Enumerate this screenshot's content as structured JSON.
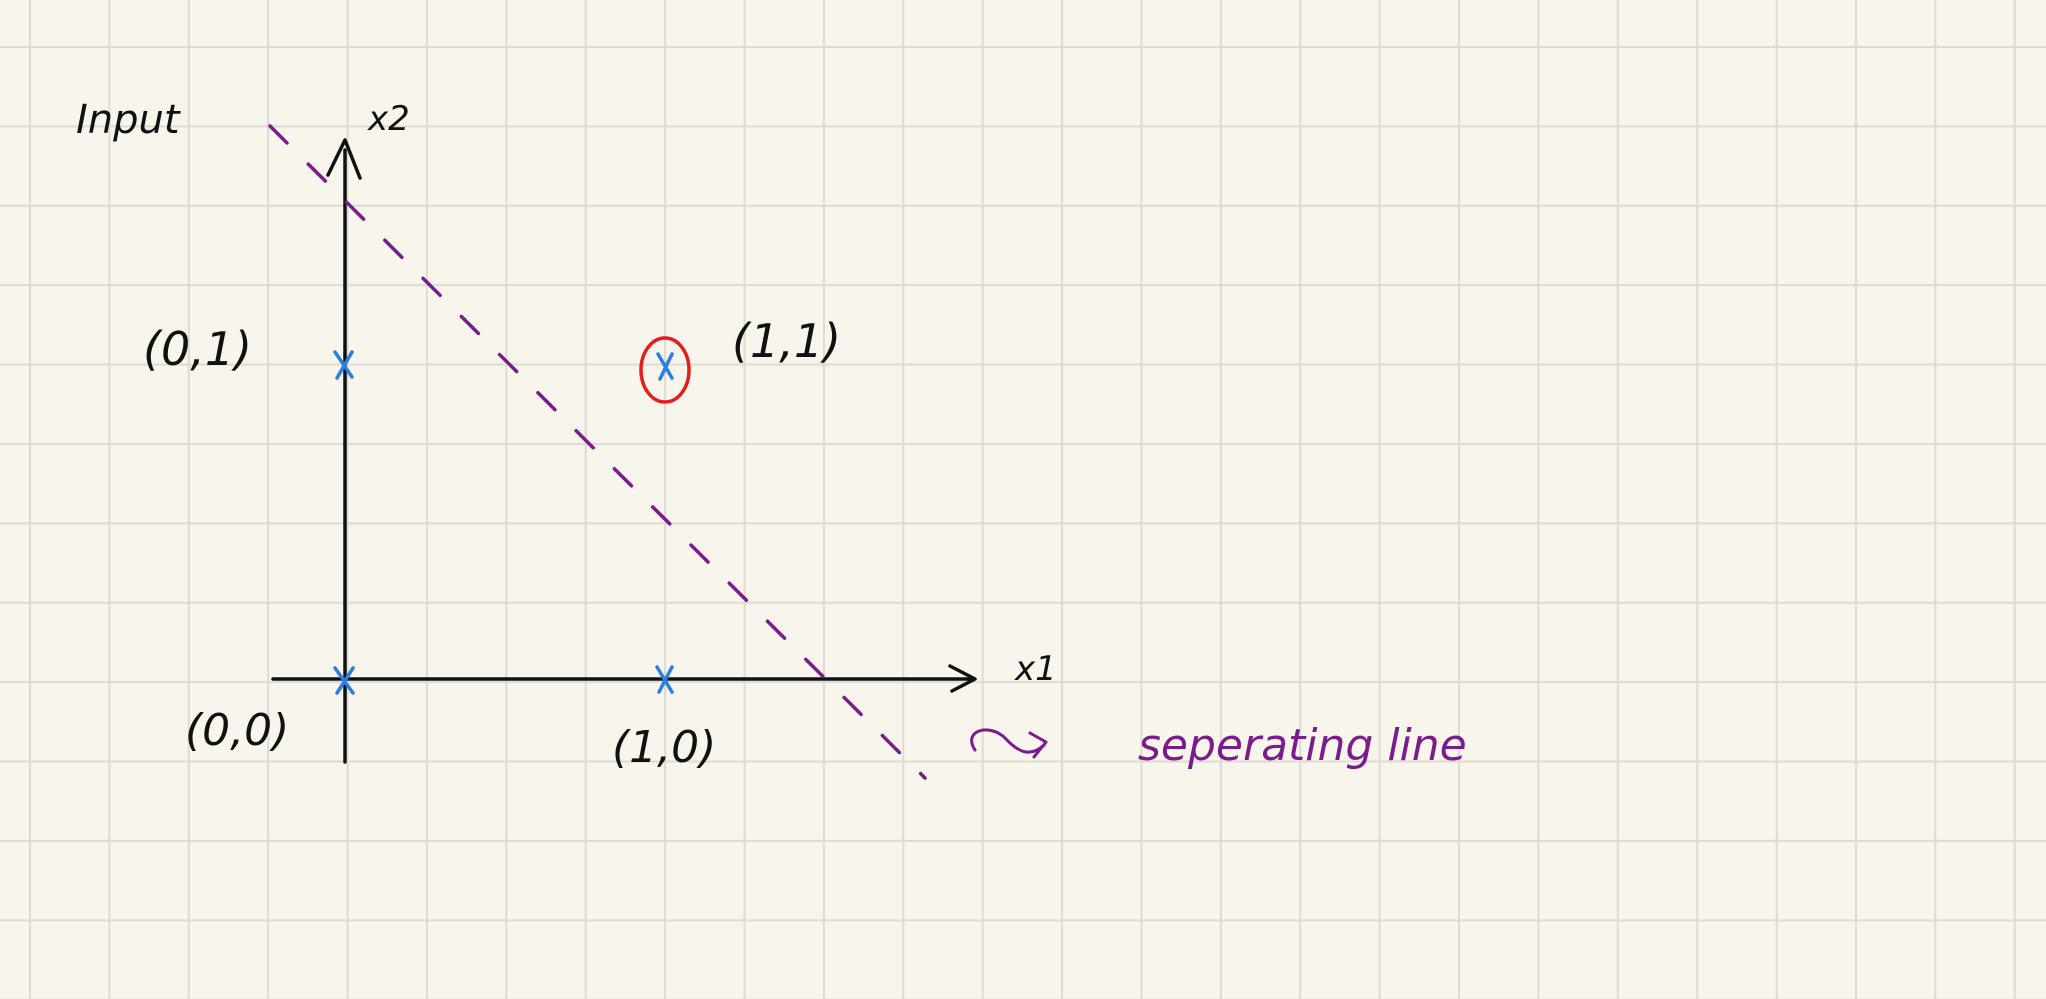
{
  "title": "Input",
  "axes": {
    "x_label": "x1",
    "y_label": "x2"
  },
  "points": [
    {
      "label": "(0,0)",
      "marker": "x",
      "circled": false
    },
    {
      "label": "(1,0)",
      "marker": "x",
      "circled": false
    },
    {
      "label": "(0,1)",
      "marker": "x",
      "circled": false
    },
    {
      "label": "(1,1)",
      "marker": "x",
      "circled": true
    }
  ],
  "annotation": {
    "text": "seperating line"
  },
  "colors": {
    "ink": "#111111",
    "point": "#2b7fe0",
    "highlight": "#e51c1c",
    "separator": "#7a1c8c",
    "grid": "#dedcd2",
    "paper": "#f8f6ec"
  }
}
